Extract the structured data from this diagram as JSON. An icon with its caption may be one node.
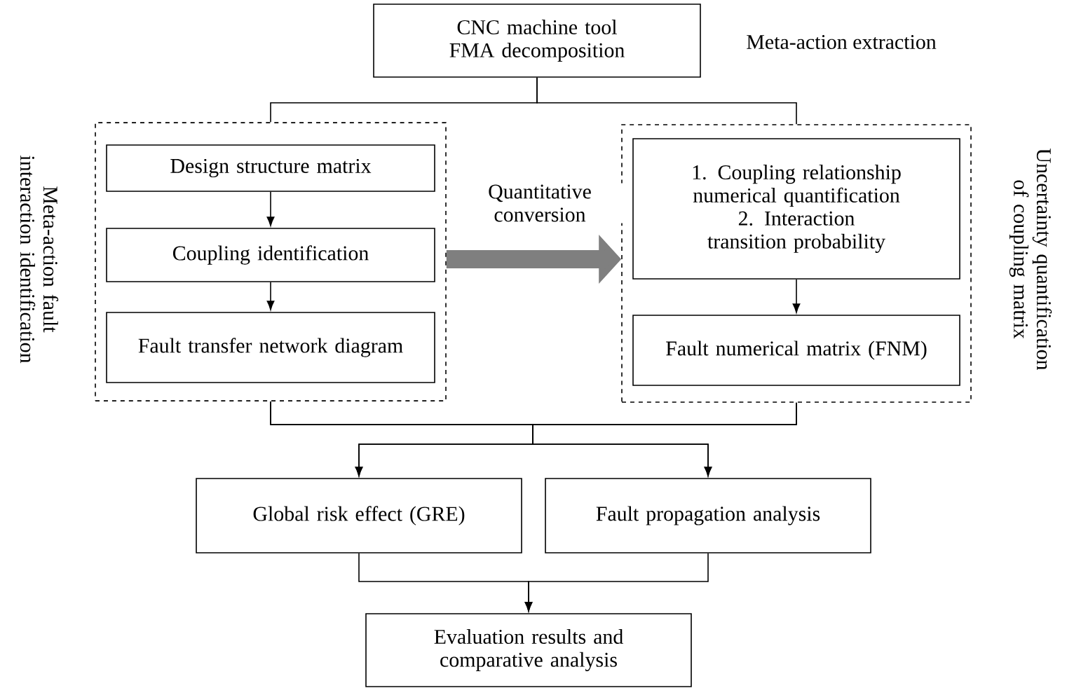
{
  "diagram": {
    "nodes": [
      {
        "text": [
          "CNC machine tool FMA decomposition"
        ],
        "beside": [
          "Meta-action extraction"
        ]
      },
      {
        "text": [
          "Meta-action fault interaction identification"
        ]
      },
      {
        "text": [
          "Design structure matrix"
        ],
        "in": 1
      },
      {
        "text": [
          "Coupling identification"
        ],
        "in": 1
      },
      {
        "text": [
          "Fault transfer network diagram"
        ],
        "in": 1
      },
      {
        "text": [
          "Uncertainty quantification of coupling matrix"
        ]
      },
      {
        "text": [
          "1. Coupling relationship numerical quantification",
          "2. Interaction transition probability"
        ],
        "in": 5
      },
      {
        "text": [
          "Fault numerical matrix (FNM)"
        ],
        "in": 5
      },
      {
        "text": [
          "Global risk effect (GRE)"
        ]
      },
      {
        "text": [
          "Fault propagation analysis"
        ]
      },
      {
        "text": [
          "Evaluation results and comparative analysis"
        ]
      }
    ],
    "edges": [
      {
        "from": 0,
        "to": 1,
        "arrow": "none"
      },
      {
        "from": 0,
        "to": 5,
        "arrow": "none"
      },
      {
        "from": 2,
        "to": 3,
        "arrow": "to"
      },
      {
        "from": 3,
        "to": 4,
        "arrow": "to"
      },
      {
        "from": 6,
        "to": 7,
        "arrow": "to"
      },
      {
        "from": 1,
        "to": 5,
        "arrow": "to",
        "label": "Quantitative conversion",
        "style": "thick",
        "color": "#7f7f7f"
      },
      {
        "from": 1,
        "to": 8,
        "arrow": "to"
      },
      {
        "from": 1,
        "to": 9,
        "arrow": "to"
      },
      {
        "from": 5,
        "to": 8,
        "arrow": "to"
      },
      {
        "from": 5,
        "to": 9,
        "arrow": "to"
      },
      {
        "from": 8,
        "to": 10,
        "arrow": "to"
      },
      {
        "from": 9,
        "to": 10,
        "arrow": "to"
      }
    ]
  }
}
